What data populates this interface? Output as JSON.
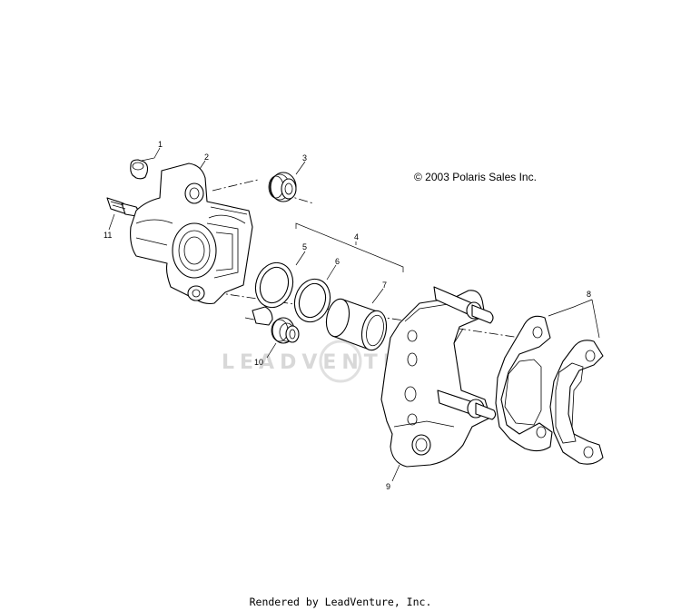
{
  "copyright": "© 2003 Polaris Sales Inc.",
  "watermark": "LEADVENTURE",
  "footer": "Rendered by LeadVenture, Inc.",
  "callouts": {
    "c1": "1",
    "c2": "2",
    "c3": "3",
    "c4": "4",
    "c5": "5",
    "c6": "6",
    "c7": "7",
    "c8": "8",
    "c9": "9",
    "c10": "10",
    "c11": "11"
  }
}
